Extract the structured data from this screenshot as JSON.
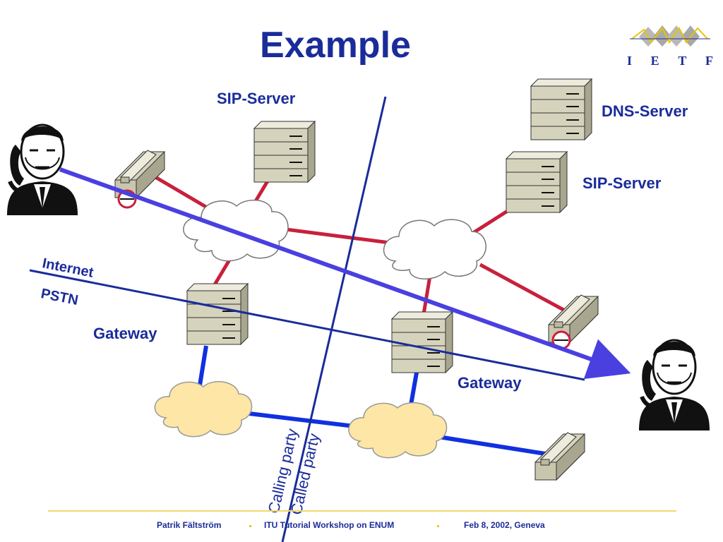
{
  "title": "Example",
  "logo": {
    "text": [
      "I",
      "E",
      "T",
      "F"
    ]
  },
  "labels": {
    "sip_server_left": "SIP-Server",
    "dns_server": "DNS-Server",
    "sip_server_right": "SIP-Server",
    "gateway_left": "Gateway",
    "gateway_right": "Gateway",
    "internet": "Internet",
    "pstn": "PSTN",
    "calling_party": "Calling party",
    "called_party": "Called party"
  },
  "footer": {
    "author": "Patrik Fältström",
    "event": "ITU Tutorial Workshop on ENUM",
    "date": "Feb 8,  2002, Geneva",
    "separator": "."
  },
  "colors": {
    "title": "#1a2c9a",
    "internet_link": "#c8203c",
    "pstn_link": "#1030e0",
    "call_arrow": "#4a40e0",
    "divider": "#1a2c9a",
    "cloud_internet": "#ffffff",
    "cloud_pstn": "#fde6a6",
    "server": "#d6d3bd"
  }
}
